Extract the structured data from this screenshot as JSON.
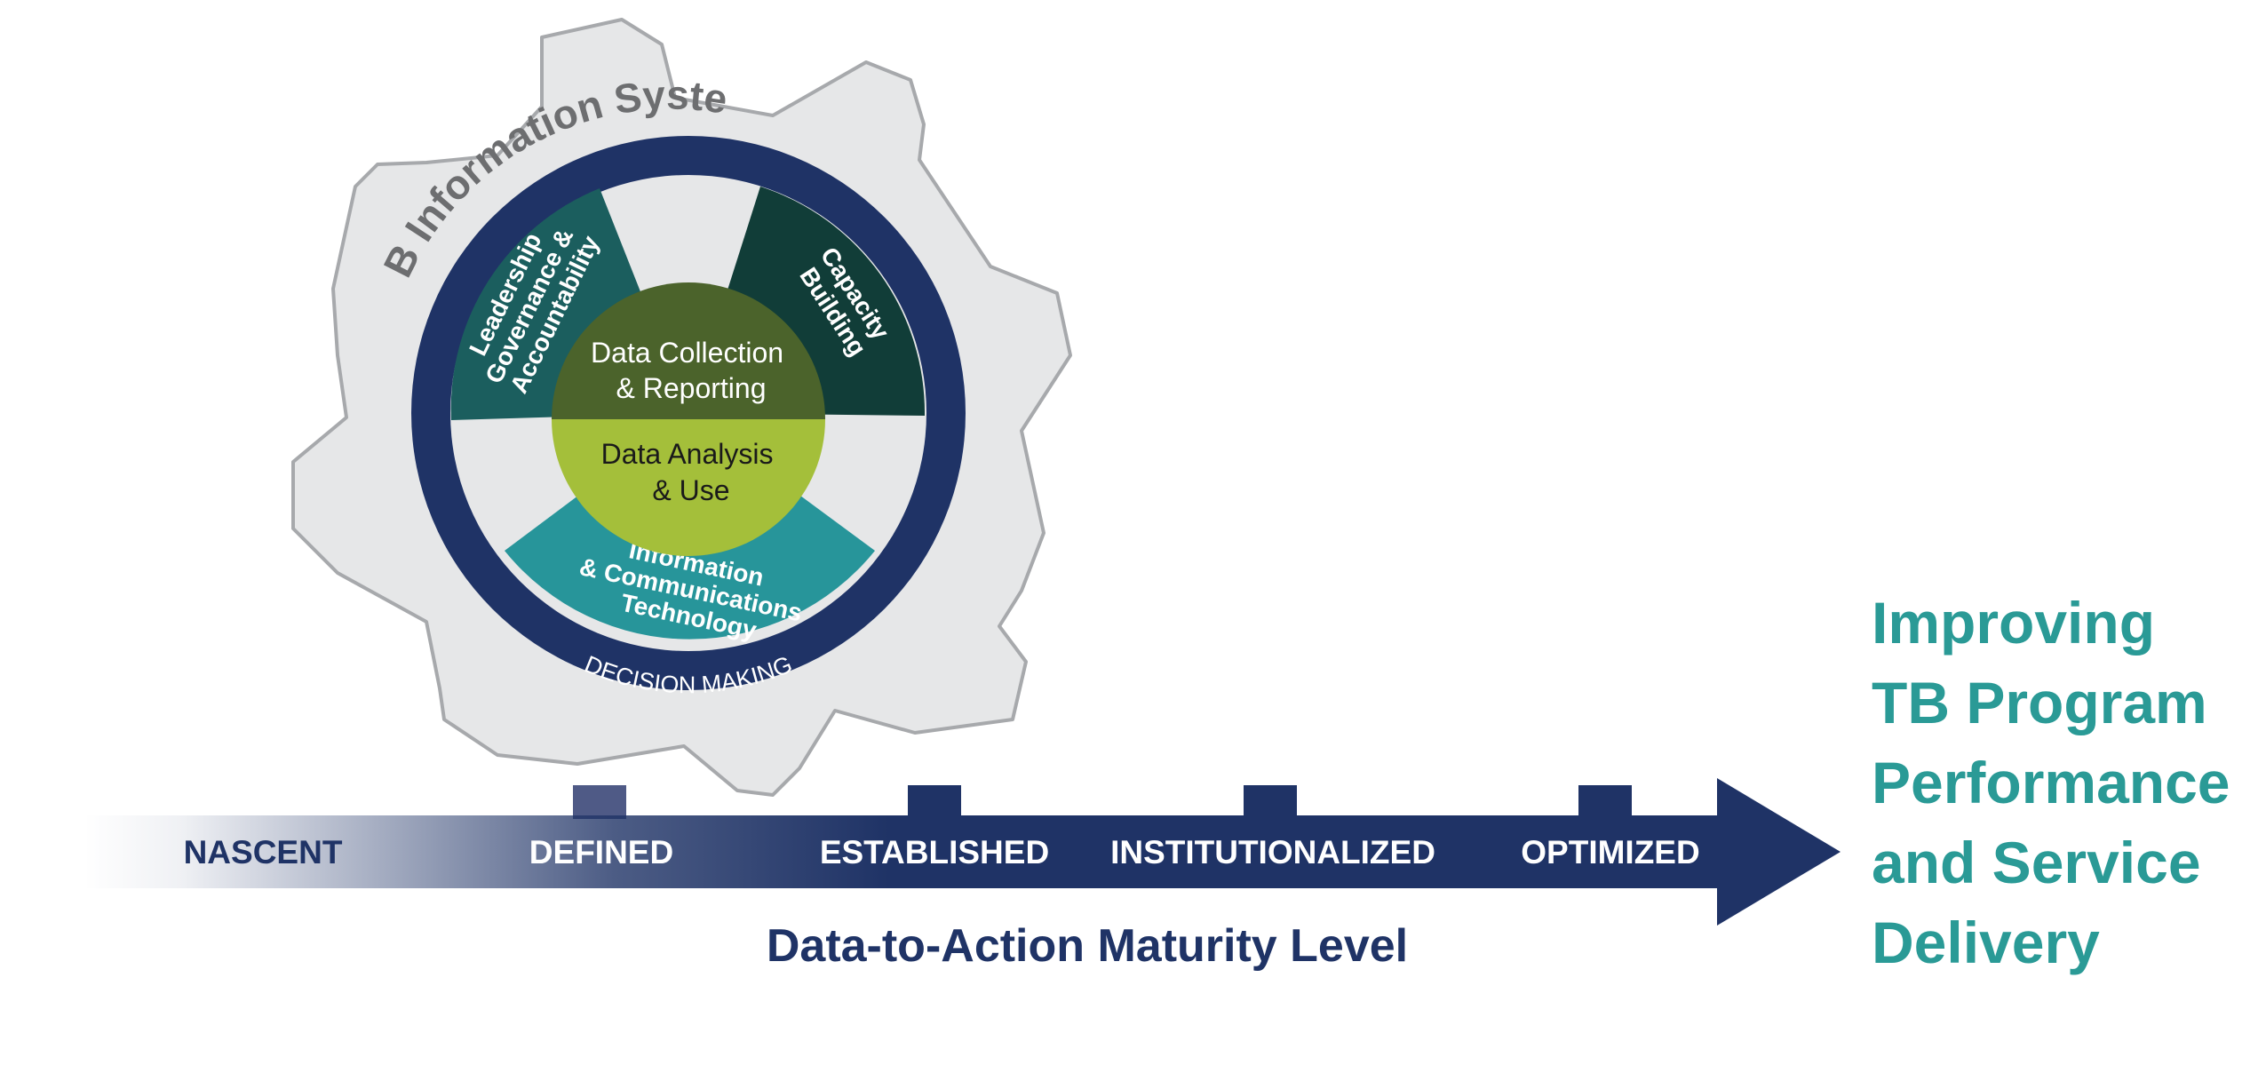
{
  "gear": {
    "title": "TB Information System",
    "ring_label": "DECISION MAKING"
  },
  "segments": {
    "leadership": [
      "Leadership",
      "Governance &",
      "Accountability"
    ],
    "capacity": [
      "Capacity",
      "Building"
    ],
    "ict": [
      "Information",
      "& Communications",
      "Technology"
    ]
  },
  "core": {
    "top": [
      "Data Collection",
      "& Reporting"
    ],
    "bottom": [
      "Data Analysis",
      "& Use"
    ]
  },
  "maturity": {
    "levels": [
      "NASCENT",
      "DEFINED",
      "ESTABLISHED",
      "INSTITUTIONALIZED",
      "OPTIMIZED"
    ],
    "title": "Data-to-Action Maturity Level"
  },
  "outcome": [
    "Improving",
    "TB Program",
    "Performance",
    "and Service",
    "Delivery"
  ],
  "colors": {
    "navy": "#1f3366",
    "gear_fill": "#e6e7e8",
    "gear_stroke": "#a7a9ac",
    "leadership": "#1b5e5e",
    "capacity": "#113d38",
    "ict": "#27959a",
    "core_top": "#4b632b",
    "core_bottom": "#a4bf3a",
    "outcome": "#2a9a96"
  }
}
